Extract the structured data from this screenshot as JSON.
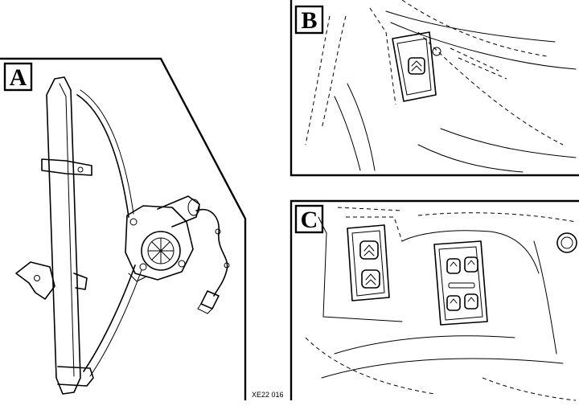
{
  "panels": {
    "a": {
      "label": "A"
    },
    "b": {
      "label": "B"
    },
    "c": {
      "label": "C"
    }
  },
  "reference_code": "XE22 016"
}
